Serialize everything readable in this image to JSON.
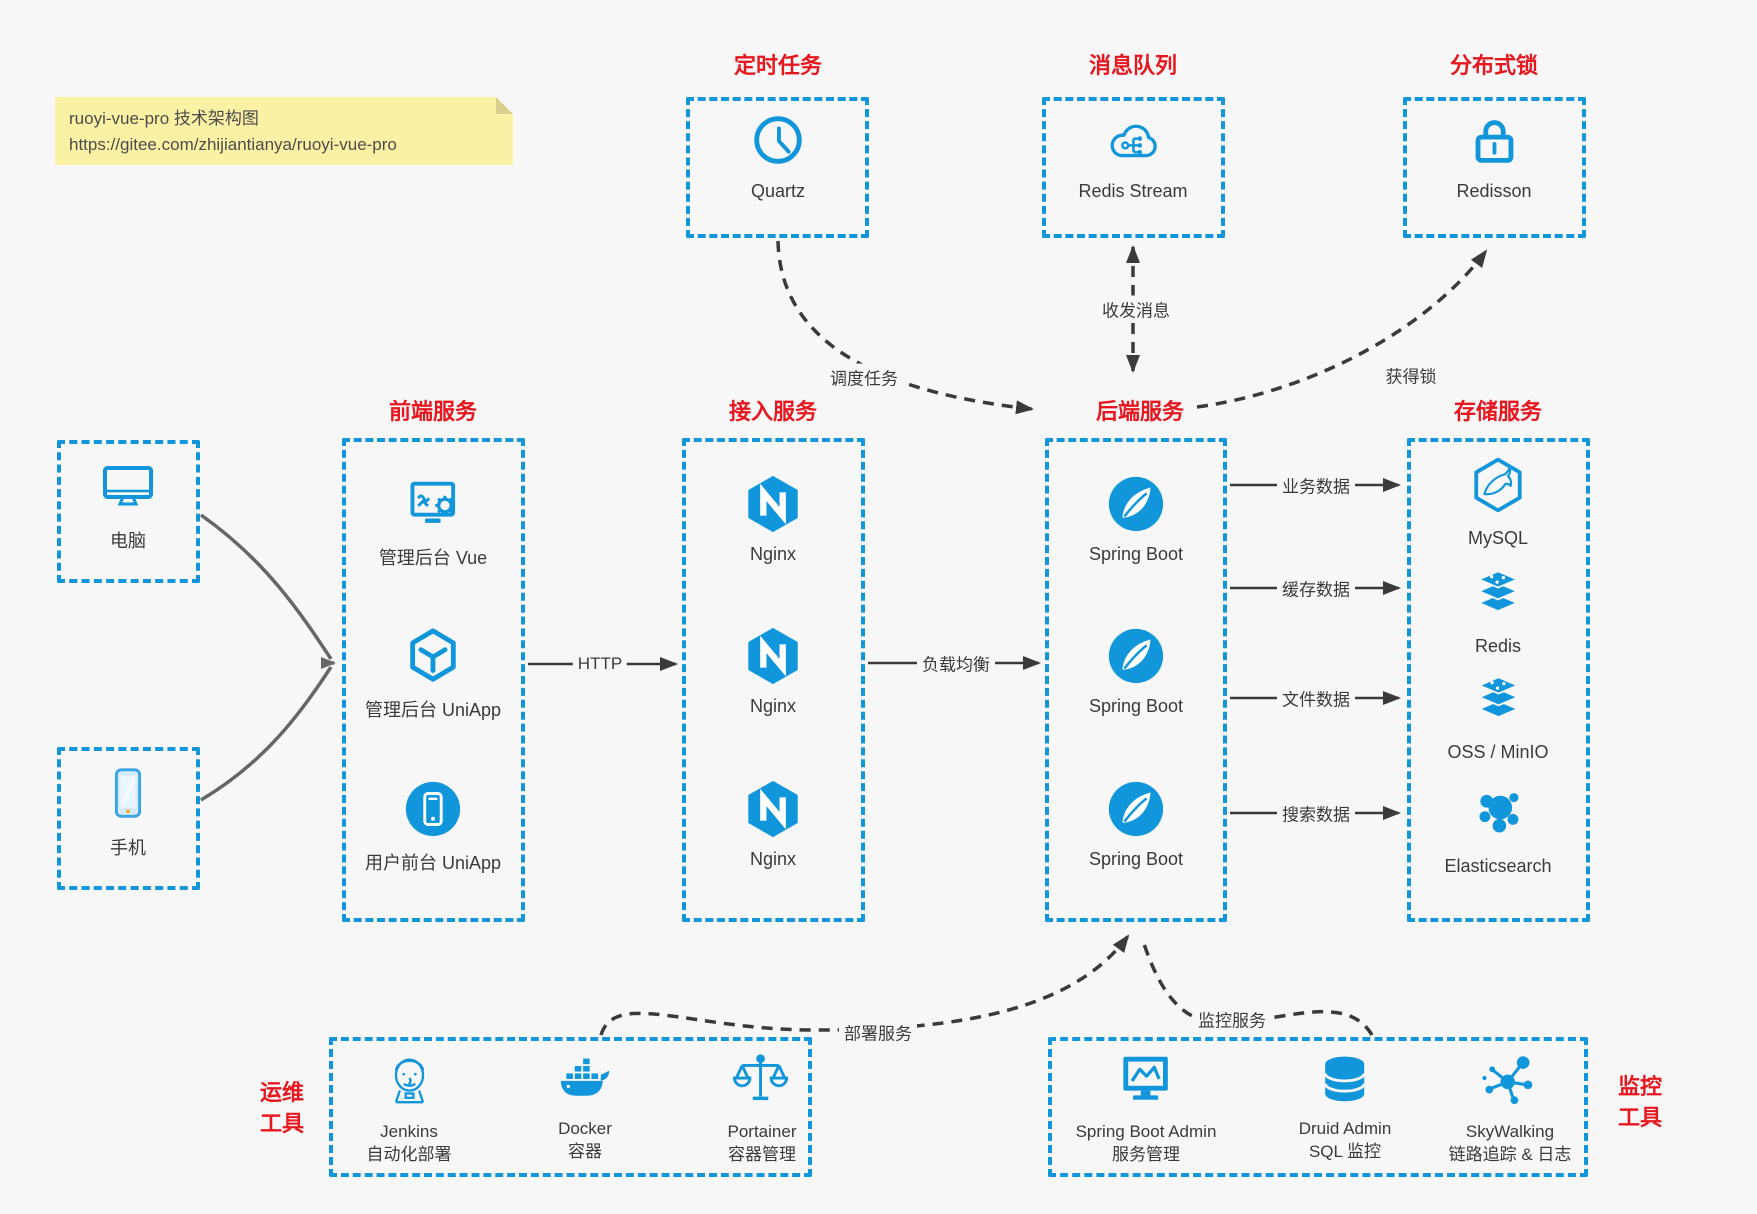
{
  "note": {
    "line1": "ruoyi-vue-pro 技术架构图",
    "line2": "https://gitee.com/zhijiantianya/ruoyi-vue-pro"
  },
  "top_groups": [
    {
      "title": "定时任务",
      "label": "Quartz",
      "icon": "clock-icon"
    },
    {
      "title": "消息队列",
      "label": "Redis Stream",
      "icon": "cloud-stream-icon"
    },
    {
      "title": "分布式锁",
      "label": "Redisson",
      "icon": "lock-icon"
    }
  ],
  "devices": [
    {
      "label": "电脑",
      "icon": "monitor-icon"
    },
    {
      "label": "手机",
      "icon": "smartphone-icon"
    }
  ],
  "columns": [
    {
      "title": "前端服务",
      "items": [
        {
          "label": "管理后台 Vue"
        },
        {
          "label": "管理后台 UniApp"
        },
        {
          "label": "用户前台 UniApp"
        }
      ]
    },
    {
      "title": "接入服务",
      "items": [
        {
          "label": "Nginx"
        },
        {
          "label": "Nginx"
        },
        {
          "label": "Nginx"
        }
      ]
    },
    {
      "title": "后端服务",
      "items": [
        {
          "label": "Spring Boot"
        },
        {
          "label": "Spring Boot"
        },
        {
          "label": "Spring Boot"
        }
      ]
    },
    {
      "title": "存储服务",
      "items": [
        {
          "label": "MySQL"
        },
        {
          "label": "Redis"
        },
        {
          "label": "OSS / MinIO"
        },
        {
          "label": "Elasticsearch"
        }
      ]
    }
  ],
  "edges": {
    "http": "HTTP",
    "load_balance": "负载均衡",
    "business_data": "业务数据",
    "cache_data": "缓存数据",
    "file_data": "文件数据",
    "search_data": "搜索数据",
    "schedule_task": "调度任务",
    "send_receive_msg": "收发消息",
    "acquire_lock": "获得锁",
    "deploy_service": "部署服务",
    "monitor_service": "监控服务"
  },
  "bottom_groups": [
    {
      "side_line1": "运维",
      "side_line2": "工具",
      "items": [
        {
          "name": "Jenkins",
          "sub": "自动化部署"
        },
        {
          "name": "Docker",
          "sub": "容器"
        },
        {
          "name": "Portainer",
          "sub": "容器管理"
        }
      ]
    },
    {
      "side_line1": "监控",
      "side_line2": "工具",
      "items": [
        {
          "name": "Spring Boot Admin",
          "sub": "服务管理"
        },
        {
          "name": "Druid Admin",
          "sub": "SQL 监控"
        },
        {
          "name": "SkyWalking",
          "sub": "链路追踪 & 日志"
        }
      ]
    }
  ],
  "colors": {
    "blue": "#1296db",
    "red": "#e7171f",
    "dark": "#3a3a3a",
    "arrow_gray": "#666666",
    "note_bg": "#faf1a4"
  }
}
